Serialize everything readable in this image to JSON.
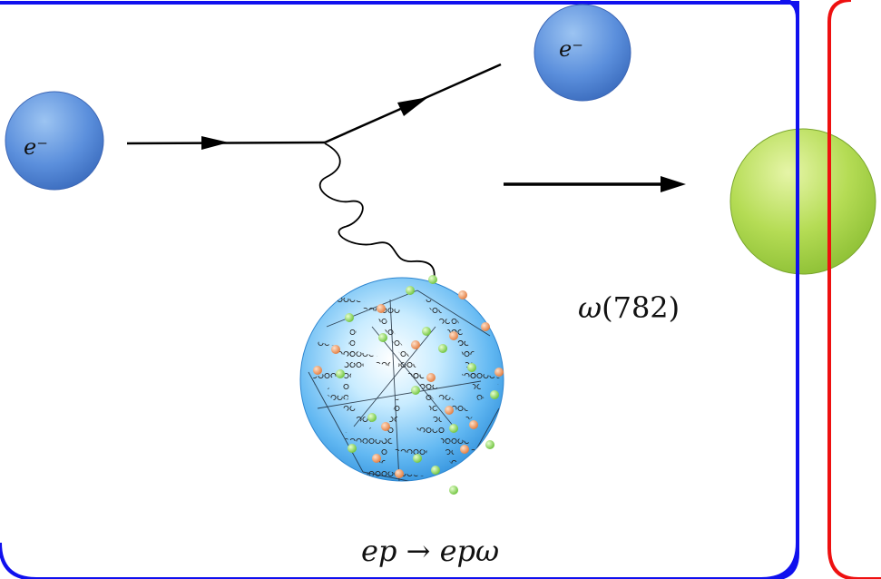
{
  "labels": {
    "electron_in": "e⁻",
    "electron_out": "e⁻",
    "omega_symbol": "ω",
    "omega_mass": "(782)",
    "reaction": "ep → epω"
  },
  "colors": {
    "electron": "#5b8fdc",
    "omega_meson": "#b5dc55",
    "proton": "#48a8ee",
    "frame_blue": "#1010ee",
    "frame_red": "#ee1010",
    "quark_green": "#8fdc50",
    "quark_orange": "#ee9a5a"
  },
  "icons": {
    "electron": "blue-sphere",
    "proton": "blue-sphere-with-quarks-and-gluons",
    "omega_meson": "green-sphere",
    "photon": "wavy-line"
  }
}
